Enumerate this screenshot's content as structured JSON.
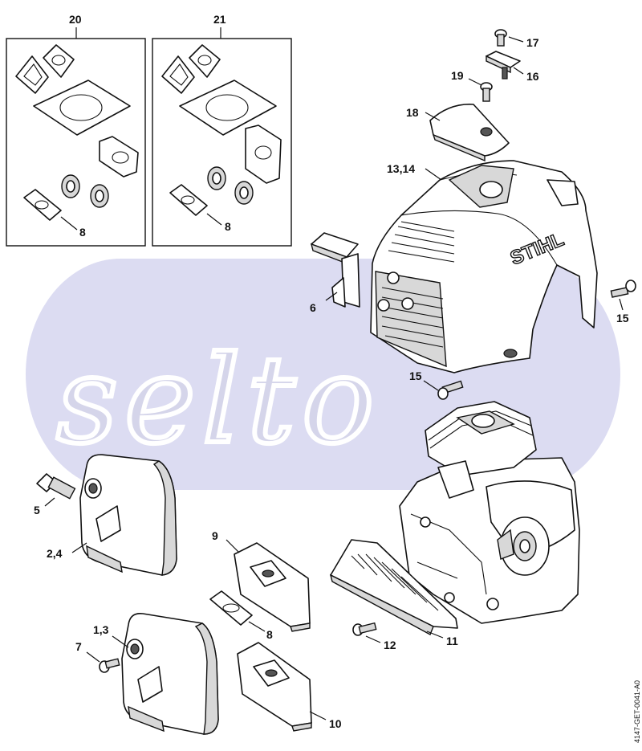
{
  "watermark": {
    "text": "selto",
    "band_color": "#dcdcf2"
  },
  "drawing_code": "4147-GET-0041-A0",
  "kits": [
    {
      "id": "kit-20",
      "number": "20",
      "inner_label": "8"
    },
    {
      "id": "kit-21",
      "number": "21",
      "inner_label": "8"
    }
  ],
  "callouts": {
    "c17": "17",
    "c16": "16",
    "c19": "19",
    "c18": "18",
    "c13_14": "13,14",
    "c6": "6",
    "c15a": "15",
    "c15b": "15",
    "c5": "5",
    "c2_4": "2,4",
    "c9": "9",
    "c8": "8",
    "c12": "12",
    "c11": "11",
    "c1_3": "1,3",
    "c7": "7",
    "c10": "10"
  },
  "brand": "STIHL"
}
